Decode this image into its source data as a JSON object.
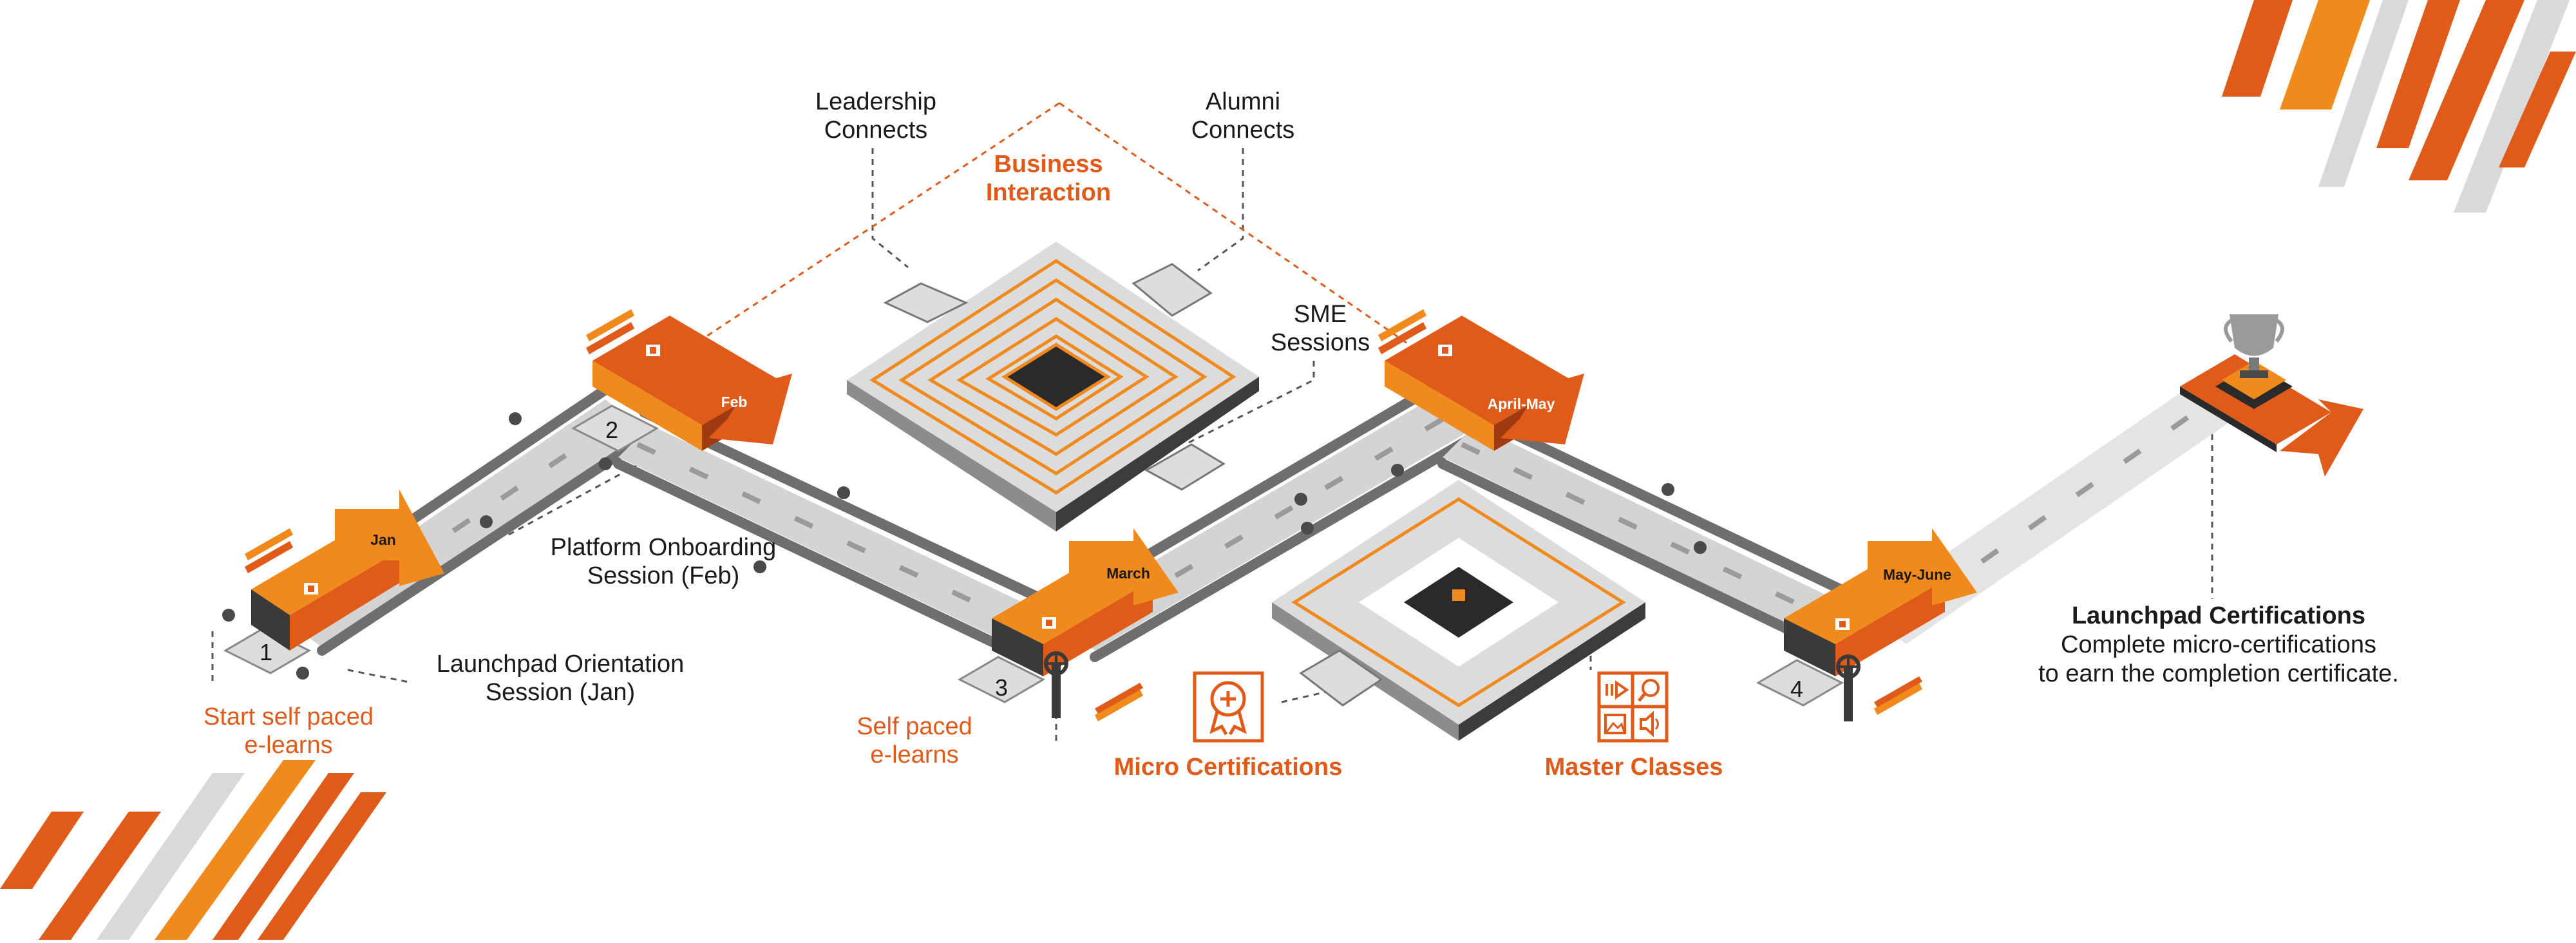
{
  "colors": {
    "accent": "#e05a1a",
    "orange": "#f08a1c",
    "road": "#d4d4d4",
    "rail": "#6e6e6e",
    "text": "#1a1a1a"
  },
  "months": {
    "jan": "Jan",
    "feb": "Feb",
    "march": "March",
    "april_may": "April-May",
    "may_june": "May-June"
  },
  "steps": {
    "s1": "1",
    "s2": "2",
    "s3": "3",
    "s4": "4"
  },
  "labels": {
    "leadership_l1": "Leadership",
    "leadership_l2": "Connects",
    "alumni_l1": "Alumni",
    "alumni_l2": "Connects",
    "business_l1": "Business",
    "business_l2": "Interaction",
    "sme_l1": "SME",
    "sme_l2": "Sessions",
    "platform_l1": "Platform Onboarding",
    "platform_l2": "Session (Feb)",
    "orientation_l1": "Launchpad Orientation",
    "orientation_l2": "Session (Jan)",
    "start_l1": "Start self paced",
    "start_l2": "e-learns",
    "selfpaced_l1": "Self paced",
    "selfpaced_l2": "e-learns",
    "micro": "Micro Certifications",
    "master": "Master Classes",
    "cert_title": "Launchpad Certifications",
    "cert_l1": "Complete micro-certifications",
    "cert_l2": "to earn the completion certificate."
  },
  "icons": {
    "micro": "rosette-plus-icon",
    "master_video": "play-list-icon",
    "master_search": "search-icon",
    "master_image": "image-icon",
    "master_audio": "speaker-icon",
    "trophy": "trophy-icon",
    "valve": "valve-icon"
  }
}
